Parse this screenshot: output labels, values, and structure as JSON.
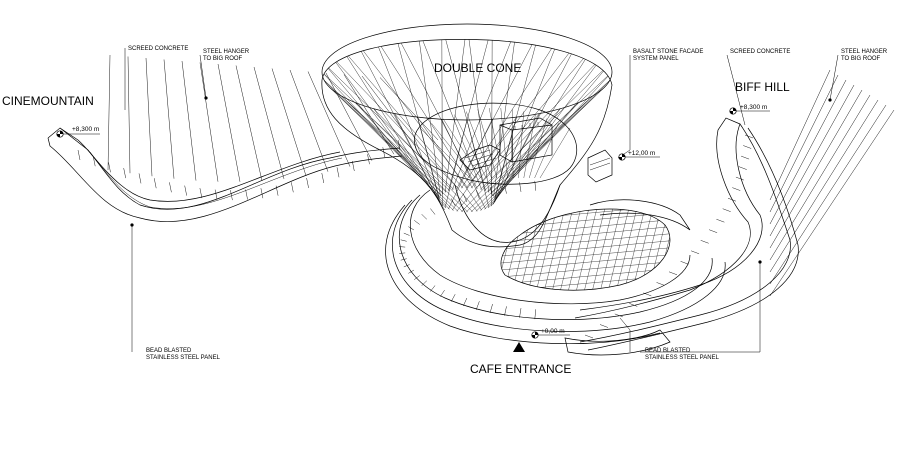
{
  "labels": {
    "double_cone": "DOUBLE CONE",
    "cinemountain": "CINEMOUNTAIN",
    "biff_hill": "BIFF HILL",
    "cafe_entrance": "CAFE ENTRANCE"
  },
  "annotations": {
    "screed_left": "SCREED CONCRETE",
    "hanger_left_1": "STEEL HANGER",
    "hanger_left_2": "TO BIG ROOF",
    "basalt_1": "BASALT STONE FACADE",
    "basalt_2": "SYSTEM PANEL",
    "screed_right": "SCREED CONCRETE",
    "hanger_right_1": "STEEL HANGER",
    "hanger_right_2": "TO BIG ROOF",
    "panel_left_1": "BEAD BLASTED",
    "panel_left_2": "STAINLESS STEEL PANEL",
    "panel_right_1": "BEAD BLASTED",
    "panel_right_2": "STAINLESS STEEL PANEL"
  },
  "levels": {
    "left": "+8,300 m",
    "cone": "+12,00 m",
    "right": "+8,300 m",
    "entrance": "+0,00 m"
  }
}
